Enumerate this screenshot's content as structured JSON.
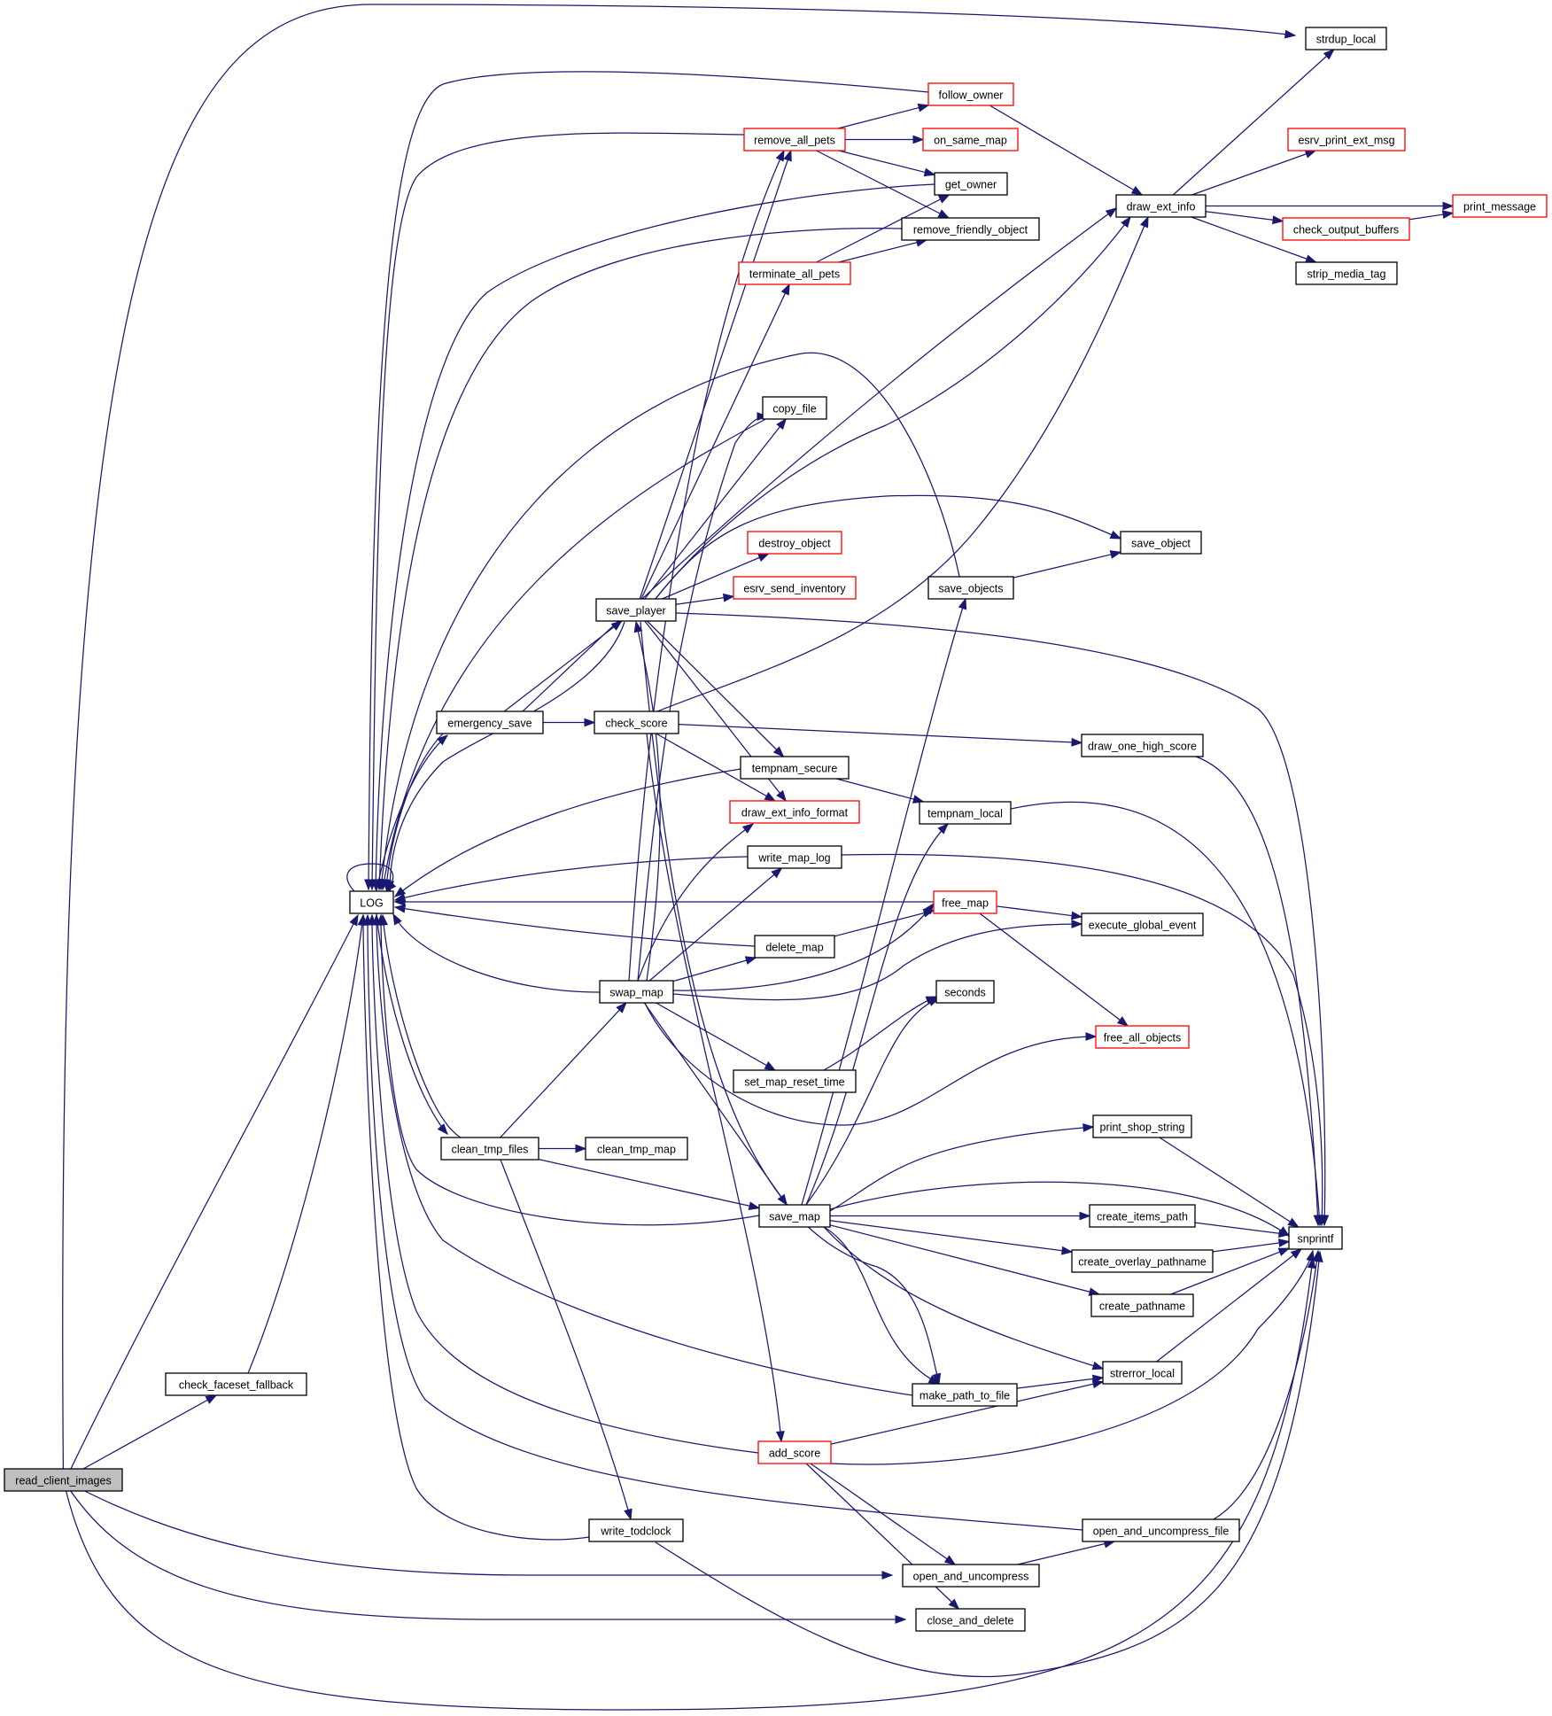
{
  "graph": {
    "type": "call-graph",
    "root": "read_client_images",
    "edge_color": "#191970",
    "incomplete_node_border_color": "#ff0000",
    "root_fill_color": "#bfbfbf",
    "nodes": [
      {
        "id": "read_client_images",
        "label": "read_client_images",
        "root": true,
        "truncated": false
      },
      {
        "id": "check_faceset_fallback",
        "label": "check_faceset_fallback",
        "truncated": false
      },
      {
        "id": "LOG",
        "label": "LOG",
        "truncated": false
      },
      {
        "id": "emergency_save",
        "label": "emergency_save",
        "truncated": false
      },
      {
        "id": "clean_tmp_files",
        "label": "clean_tmp_files",
        "truncated": false
      },
      {
        "id": "write_todclock",
        "label": "write_todclock",
        "truncated": false
      },
      {
        "id": "save_player",
        "label": "save_player",
        "truncated": false
      },
      {
        "id": "check_score",
        "label": "check_score",
        "truncated": false
      },
      {
        "id": "swap_map",
        "label": "swap_map",
        "truncated": false
      },
      {
        "id": "clean_tmp_map",
        "label": "clean_tmp_map",
        "truncated": false
      },
      {
        "id": "remove_all_pets",
        "label": "remove_all_pets",
        "truncated": true
      },
      {
        "id": "terminate_all_pets",
        "label": "terminate_all_pets",
        "truncated": true
      },
      {
        "id": "copy_file",
        "label": "copy_file",
        "truncated": false
      },
      {
        "id": "destroy_object",
        "label": "destroy_object",
        "truncated": true
      },
      {
        "id": "esrv_send_inventory",
        "label": "esrv_send_inventory",
        "truncated": true
      },
      {
        "id": "tempnam_secure",
        "label": "tempnam_secure",
        "truncated": false
      },
      {
        "id": "draw_ext_info_format",
        "label": "draw_ext_info_format",
        "truncated": true
      },
      {
        "id": "write_map_log",
        "label": "write_map_log",
        "truncated": false
      },
      {
        "id": "delete_map",
        "label": "delete_map",
        "truncated": false
      },
      {
        "id": "set_map_reset_time",
        "label": "set_map_reset_time",
        "truncated": false
      },
      {
        "id": "save_map",
        "label": "save_map",
        "truncated": false
      },
      {
        "id": "add_score",
        "label": "add_score",
        "truncated": true
      },
      {
        "id": "follow_owner",
        "label": "follow_owner",
        "truncated": true
      },
      {
        "id": "on_same_map",
        "label": "on_same_map",
        "truncated": true
      },
      {
        "id": "get_owner",
        "label": "get_owner",
        "truncated": false
      },
      {
        "id": "remove_friendly_object",
        "label": "remove_friendly_object",
        "truncated": false
      },
      {
        "id": "save_objects",
        "label": "save_objects",
        "truncated": false
      },
      {
        "id": "tempnam_local",
        "label": "tempnam_local",
        "truncated": false
      },
      {
        "id": "free_map",
        "label": "free_map",
        "truncated": true
      },
      {
        "id": "seconds",
        "label": "seconds",
        "truncated": false
      },
      {
        "id": "make_path_to_file",
        "label": "make_path_to_file",
        "truncated": false
      },
      {
        "id": "open_and_uncompress",
        "label": "open_and_uncompress",
        "truncated": false
      },
      {
        "id": "close_and_delete",
        "label": "close_and_delete",
        "truncated": false
      },
      {
        "id": "strdup_local",
        "label": "strdup_local",
        "truncated": false
      },
      {
        "id": "draw_ext_info",
        "label": "draw_ext_info",
        "truncated": false
      },
      {
        "id": "save_object",
        "label": "save_object",
        "truncated": false
      },
      {
        "id": "draw_one_high_score",
        "label": "draw_one_high_score",
        "truncated": false
      },
      {
        "id": "execute_global_event",
        "label": "execute_global_event",
        "truncated": false
      },
      {
        "id": "free_all_objects",
        "label": "free_all_objects",
        "truncated": true
      },
      {
        "id": "print_shop_string",
        "label": "print_shop_string",
        "truncated": false
      },
      {
        "id": "create_items_path",
        "label": "create_items_path",
        "truncated": false
      },
      {
        "id": "create_overlay_pathname",
        "label": "create_overlay_pathname",
        "truncated": false
      },
      {
        "id": "create_pathname",
        "label": "create_pathname",
        "truncated": false
      },
      {
        "id": "strerror_local",
        "label": "strerror_local",
        "truncated": false
      },
      {
        "id": "open_and_uncompress_file",
        "label": "open_and_uncompress_file",
        "truncated": false
      },
      {
        "id": "esrv_print_ext_msg",
        "label": "esrv_print_ext_msg",
        "truncated": true
      },
      {
        "id": "print_message",
        "label": "print_message",
        "truncated": true
      },
      {
        "id": "check_output_buffers",
        "label": "check_output_buffers",
        "truncated": true
      },
      {
        "id": "strip_media_tag",
        "label": "strip_media_tag",
        "truncated": false
      },
      {
        "id": "snprintf",
        "label": "snprintf",
        "truncated": false
      }
    ],
    "edges": [
      [
        "read_client_images",
        "strdup_local"
      ],
      [
        "read_client_images",
        "LOG"
      ],
      [
        "read_client_images",
        "check_faceset_fallback"
      ],
      [
        "read_client_images",
        "open_and_uncompress"
      ],
      [
        "read_client_images",
        "close_and_delete"
      ],
      [
        "read_client_images",
        "snprintf"
      ],
      [
        "check_faceset_fallback",
        "LOG"
      ],
      [
        "LOG",
        "LOG"
      ],
      [
        "LOG",
        "emergency_save"
      ],
      [
        "LOG",
        "clean_tmp_files"
      ],
      [
        "emergency_save",
        "LOG"
      ],
      [
        "emergency_save",
        "save_player"
      ],
      [
        "emergency_save",
        "check_score"
      ],
      [
        "emergency_save",
        "draw_ext_info"
      ],
      [
        "clean_tmp_files",
        "LOG"
      ],
      [
        "clean_tmp_files",
        "swap_map"
      ],
      [
        "clean_tmp_files",
        "clean_tmp_map"
      ],
      [
        "clean_tmp_files",
        "save_map"
      ],
      [
        "clean_tmp_files",
        "write_todclock"
      ],
      [
        "write_todclock",
        "LOG"
      ],
      [
        "write_todclock",
        "snprintf"
      ],
      [
        "save_player",
        "LOG"
      ],
      [
        "save_player",
        "remove_all_pets"
      ],
      [
        "save_player",
        "terminate_all_pets"
      ],
      [
        "save_player",
        "copy_file"
      ],
      [
        "save_player",
        "destroy_object"
      ],
      [
        "save_player",
        "esrv_send_inventory"
      ],
      [
        "save_player",
        "save_object"
      ],
      [
        "save_player",
        "draw_ext_info"
      ],
      [
        "save_player",
        "tempnam_secure"
      ],
      [
        "save_player",
        "draw_ext_info_format"
      ],
      [
        "save_player",
        "snprintf"
      ],
      [
        "save_player",
        "make_path_to_file"
      ],
      [
        "check_score",
        "draw_ext_info"
      ],
      [
        "check_score",
        "draw_one_high_score"
      ],
      [
        "check_score",
        "draw_ext_info_format"
      ],
      [
        "check_score",
        "add_score"
      ],
      [
        "swap_map",
        "LOG"
      ],
      [
        "swap_map",
        "save_player"
      ],
      [
        "swap_map",
        "copy_file"
      ],
      [
        "swap_map",
        "draw_ext_info_format"
      ],
      [
        "swap_map",
        "write_map_log"
      ],
      [
        "swap_map",
        "delete_map"
      ],
      [
        "swap_map",
        "free_map"
      ],
      [
        "swap_map",
        "execute_global_event"
      ],
      [
        "swap_map",
        "set_map_reset_time"
      ],
      [
        "swap_map",
        "save_map"
      ],
      [
        "swap_map",
        "free_all_objects"
      ],
      [
        "swap_map",
        "remove_all_pets"
      ],
      [
        "remove_all_pets",
        "LOG"
      ],
      [
        "remove_all_pets",
        "follow_owner"
      ],
      [
        "remove_all_pets",
        "on_same_map"
      ],
      [
        "remove_all_pets",
        "get_owner"
      ],
      [
        "remove_all_pets",
        "remove_friendly_object"
      ],
      [
        "terminate_all_pets",
        "get_owner"
      ],
      [
        "terminate_all_pets",
        "remove_friendly_object"
      ],
      [
        "follow_owner",
        "LOG"
      ],
      [
        "follow_owner",
        "draw_ext_info"
      ],
      [
        "get_owner",
        "LOG"
      ],
      [
        "remove_friendly_object",
        "LOG"
      ],
      [
        "copy_file",
        "LOG"
      ],
      [
        "tempnam_secure",
        "LOG"
      ],
      [
        "tempnam_secure",
        "tempnam_local"
      ],
      [
        "tempnam_local",
        "snprintf"
      ],
      [
        "write_map_log",
        "LOG"
      ],
      [
        "write_map_log",
        "snprintf"
      ],
      [
        "delete_map",
        "LOG"
      ],
      [
        "delete_map",
        "free_map"
      ],
      [
        "free_map",
        "LOG"
      ],
      [
        "free_map",
        "execute_global_event"
      ],
      [
        "free_map",
        "free_all_objects"
      ],
      [
        "set_map_reset_time",
        "seconds"
      ],
      [
        "save_map",
        "LOG"
      ],
      [
        "save_map",
        "save_objects"
      ],
      [
        "save_map",
        "tempnam_local"
      ],
      [
        "save_map",
        "seconds"
      ],
      [
        "save_map",
        "print_shop_string"
      ],
      [
        "save_map",
        "create_items_path"
      ],
      [
        "save_map",
        "create_overlay_pathname"
      ],
      [
        "save_map",
        "create_pathname"
      ],
      [
        "save_map",
        "strerror_local"
      ],
      [
        "save_map",
        "make_path_to_file"
      ],
      [
        "save_map",
        "snprintf"
      ],
      [
        "save_objects",
        "save_object"
      ],
      [
        "save_objects",
        "LOG"
      ],
      [
        "add_score",
        "LOG"
      ],
      [
        "add_score",
        "open_and_uncompress"
      ],
      [
        "add_score",
        "close_and_delete"
      ],
      [
        "add_score",
        "strerror_local"
      ],
      [
        "add_score",
        "snprintf"
      ],
      [
        "make_path_to_file",
        "LOG"
      ],
      [
        "make_path_to_file",
        "strerror_local"
      ],
      [
        "open_and_uncompress",
        "open_and_uncompress_file"
      ],
      [
        "open_and_uncompress_file",
        "LOG"
      ],
      [
        "open_and_uncompress_file",
        "snprintf"
      ],
      [
        "draw_ext_info",
        "strdup_local"
      ],
      [
        "draw_ext_info",
        "esrv_print_ext_msg"
      ],
      [
        "draw_ext_info",
        "print_message"
      ],
      [
        "draw_ext_info",
        "check_output_buffers"
      ],
      [
        "draw_ext_info",
        "strip_media_tag"
      ],
      [
        "check_output_buffers",
        "print_message"
      ],
      [
        "draw_one_high_score",
        "snprintf"
      ],
      [
        "print_shop_string",
        "snprintf"
      ],
      [
        "create_items_path",
        "snprintf"
      ],
      [
        "create_overlay_pathname",
        "snprintf"
      ],
      [
        "create_pathname",
        "snprintf"
      ],
      [
        "strerror_local",
        "snprintf"
      ]
    ]
  }
}
